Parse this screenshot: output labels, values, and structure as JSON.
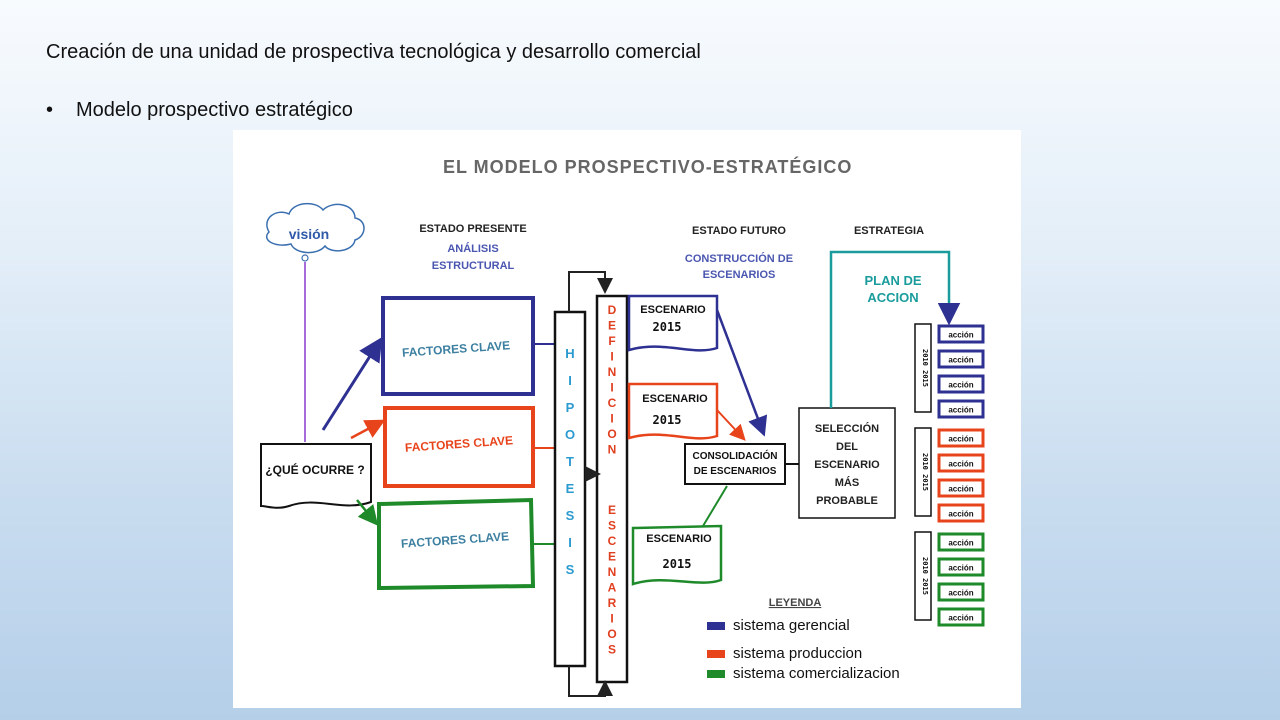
{
  "slide": {
    "title": "Creación de una unidad de prospectiva tecnológica y desarrollo comercial",
    "bullet": "Modelo prospectivo estratégico"
  },
  "diagram": {
    "title": "EL MODELO PROSPECTIVO-ESTRATÉGICO",
    "vision": "visión",
    "present_header": "ESTADO PRESENTE",
    "analysis_line1": "ANÁLISIS",
    "analysis_line2": "ESTRUCTURAL",
    "future_header": "ESTADO FUTURO",
    "construction_line1": "CONSTRUCCIÓN DE",
    "construction_line2": "ESCENARIOS",
    "strategy_header": "ESTRATEGIA",
    "plan_line1": "PLAN DE",
    "plan_line2": "ACCION",
    "question": "¿QUÉ OCURRE ?",
    "factor_label": "FACTORES CLAVE",
    "hypothesis_letters": [
      "H",
      "I",
      "P",
      "O",
      "T",
      "E",
      "S",
      "I",
      "S"
    ],
    "definition_letters": [
      "D",
      "E",
      "F",
      "I",
      "N",
      "I",
      "C",
      "I",
      "O",
      "N"
    ],
    "scenarios_letters": [
      "E",
      "S",
      "C",
      "E",
      "N",
      "A",
      "R",
      "I",
      "O",
      "S"
    ],
    "scenario_label": "ESCENARIO",
    "scenario_year": "2015",
    "consolidation_line1": "CONSOLIDACIÓN",
    "consolidation_line2": "DE ESCENARIOS",
    "selection_lines": [
      "SELECCIÓN",
      "DEL",
      "ESCENARIO",
      "MÁS",
      "PROBABLE"
    ],
    "period_text": "2010 2015",
    "action_label": "acción",
    "legend_title": "LEYENDA",
    "legend_items": [
      {
        "label": "sistema gerencial",
        "color": "#2e3192"
      },
      {
        "label": "sistema produccion",
        "color": "#e8441c"
      },
      {
        "label": "sistema comercializacion",
        "color": "#1e8a2a"
      }
    ],
    "colors": {
      "blue": "#2e3192",
      "red": "#e8441c",
      "green": "#1e8a2a",
      "teal": "#1a9c9c",
      "purple": "#a56bd8",
      "factor_text": "#3c7fa0",
      "hypothesis_text": "#2a9ad0",
      "definition_text": "#e04020",
      "subheading_text": "#4a56b0"
    }
  }
}
